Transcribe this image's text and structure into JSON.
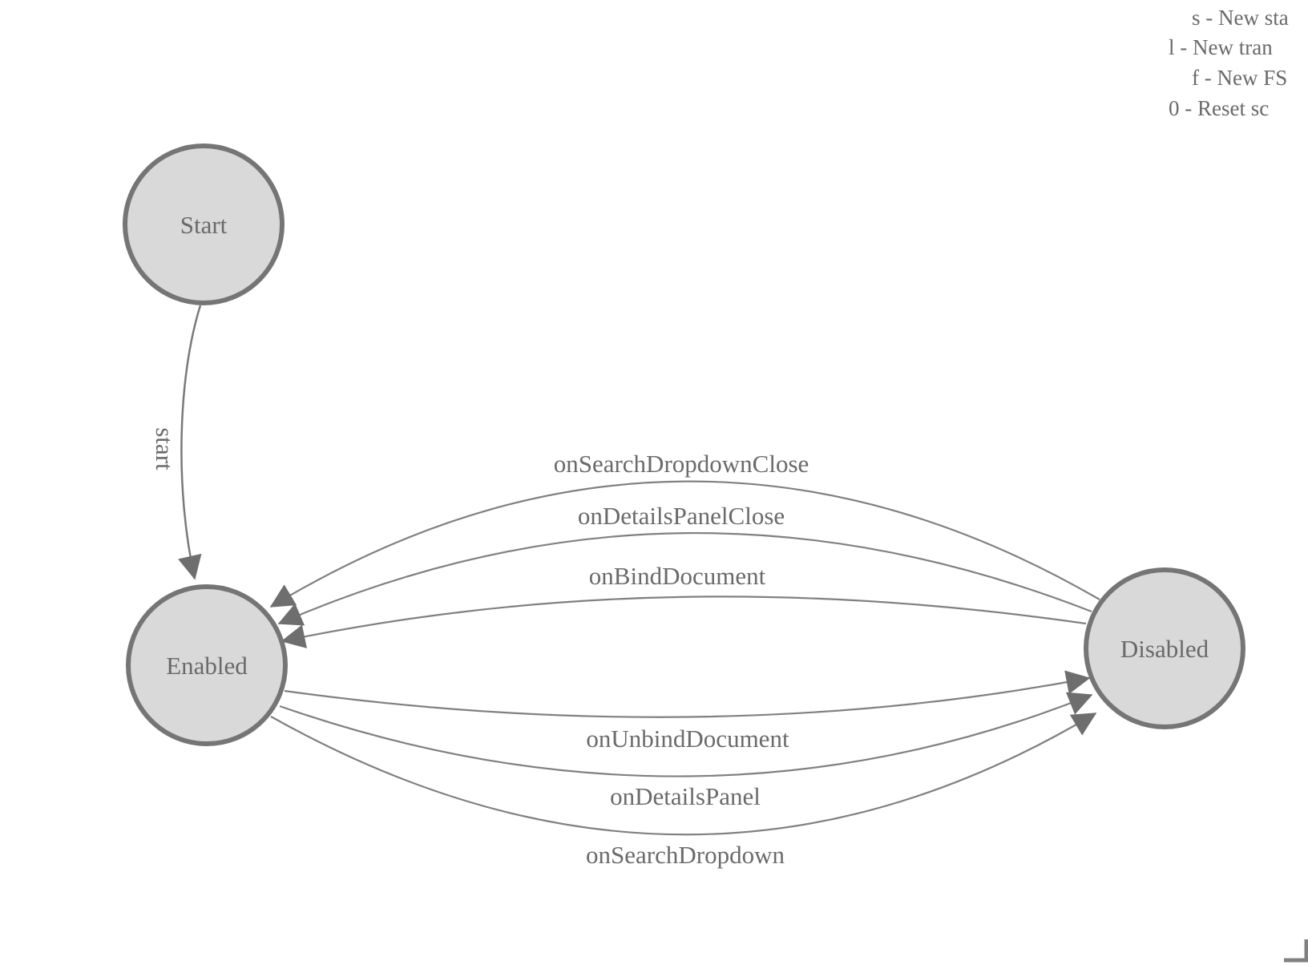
{
  "legend": {
    "lines": [
      "s - New sta",
      "l - New tran",
      "f - New FS",
      "0 - Reset sc"
    ]
  },
  "fsm": {
    "states": [
      {
        "label": "Start"
      },
      {
        "label": "Enabled"
      },
      {
        "label": "Disabled"
      }
    ],
    "transitions": [
      {
        "label": "start",
        "from": "Start",
        "to": "Enabled"
      },
      {
        "label": "onSearchDropdownClose",
        "from": "Disabled",
        "to": "Enabled"
      },
      {
        "label": "onDetailsPanelClose",
        "from": "Disabled",
        "to": "Enabled"
      },
      {
        "label": "onBindDocument",
        "from": "Disabled",
        "to": "Enabled"
      },
      {
        "label": "onUnbindDocument",
        "from": "Enabled",
        "to": "Disabled"
      },
      {
        "label": "onDetailsPanel",
        "from": "Enabled",
        "to": "Disabled"
      },
      {
        "label": "onSearchDropdown",
        "from": "Enabled",
        "to": "Disabled"
      }
    ]
  },
  "colors": {
    "state_fill": "#d9d9d9",
    "state_border": "#757575",
    "edge_line": "#808080",
    "arrowhead": "#6e6e6e",
    "label_text": "#6a6a6a",
    "background": "#ffffff"
  }
}
